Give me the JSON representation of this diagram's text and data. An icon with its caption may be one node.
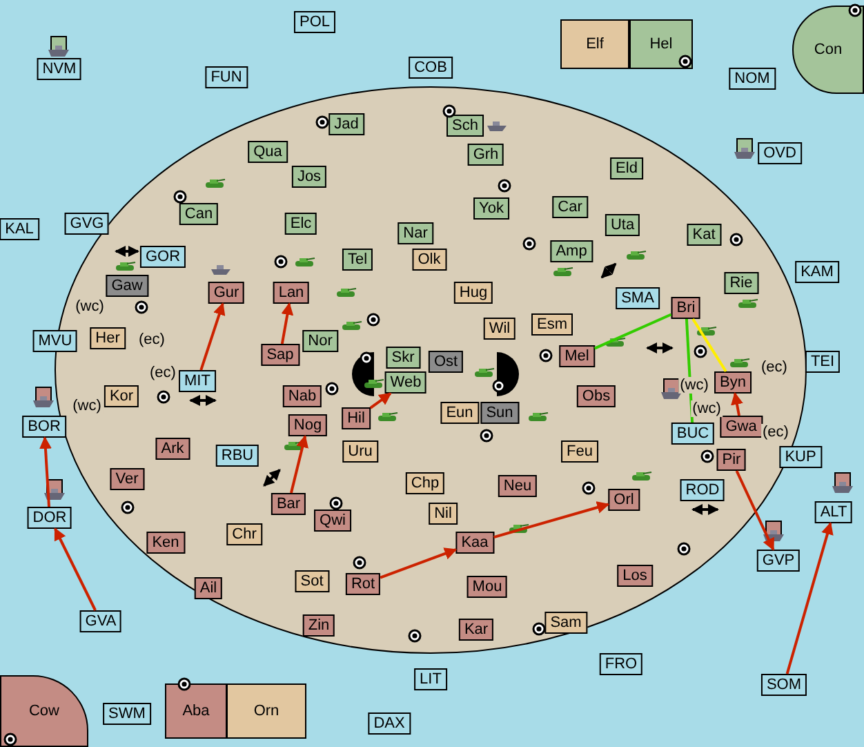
{
  "diagram": {
    "nodes": [
      {
        "text": [
          "POL"
        ]
      },
      {
        "text": [
          "NVM"
        ]
      },
      {
        "text": [
          "FUN"
        ]
      },
      {
        "text": [
          "COB"
        ]
      },
      {
        "text": [
          "Elf"
        ]
      },
      {
        "text": [
          "Hel"
        ]
      },
      {
        "text": [
          "NOM"
        ]
      },
      {
        "text": [
          "Con"
        ]
      },
      {
        "text": [
          "Jad"
        ]
      },
      {
        "text": [
          "Sch"
        ]
      },
      {
        "text": [
          "OVD"
        ]
      },
      {
        "text": [
          "Qua"
        ]
      },
      {
        "text": [
          "Grh"
        ]
      },
      {
        "text": [
          "Jos"
        ]
      },
      {
        "text": [
          "Eld"
        ]
      },
      {
        "text": [
          "Car"
        ]
      },
      {
        "text": [
          "Can"
        ]
      },
      {
        "text": [
          "Yok"
        ]
      },
      {
        "text": [
          "GVG"
        ]
      },
      {
        "text": [
          "Elc"
        ]
      },
      {
        "text": [
          "KAL"
        ]
      },
      {
        "text": [
          "Uta"
        ]
      },
      {
        "text": [
          "Nar"
        ]
      },
      {
        "text": [
          "Kat"
        ]
      },
      {
        "text": [
          "Amp"
        ]
      },
      {
        "text": [
          "GOR"
        ]
      },
      {
        "text": [
          "Tel"
        ]
      },
      {
        "text": [
          "Olk"
        ]
      },
      {
        "text": [
          "KAM"
        ]
      },
      {
        "text": [
          "Rie"
        ]
      },
      {
        "text": [
          "Gaw"
        ]
      },
      {
        "text": [
          "Gur"
        ]
      },
      {
        "text": [
          "Lan"
        ]
      },
      {
        "text": [
          "Hug"
        ]
      },
      {
        "text": [
          "Bri"
        ]
      },
      {
        "text": [
          "SMA"
        ]
      },
      {
        "text": [
          "Esm"
        ]
      },
      {
        "text": [
          "Wil"
        ]
      },
      {
        "text": [
          "Nor"
        ]
      },
      {
        "text": [
          "MVU"
        ]
      },
      {
        "text": [
          "Her"
        ]
      },
      {
        "text": [
          "Sap"
        ]
      },
      {
        "text": [
          "Mel"
        ]
      },
      {
        "text": [
          "Skr"
        ]
      },
      {
        "text": [
          "Ost"
        ]
      },
      {
        "text": [
          "TEI"
        ]
      },
      {
        "text": [
          "Byn"
        ]
      },
      {
        "text": [
          "Web"
        ]
      },
      {
        "text": [
          "MIT"
        ]
      },
      {
        "text": [
          "Kor"
        ]
      },
      {
        "text": [
          "Nab"
        ]
      },
      {
        "text": [
          "Obs"
        ]
      },
      {
        "text": [
          "Eun"
        ]
      },
      {
        "text": [
          "Sun"
        ]
      },
      {
        "text": [
          "Hil"
        ]
      },
      {
        "text": [
          "BOR"
        ]
      },
      {
        "text": [
          "Nog"
        ]
      },
      {
        "text": [
          "BUC"
        ]
      },
      {
        "text": [
          "Gwa"
        ]
      },
      {
        "text": [
          "Ark"
        ]
      },
      {
        "text": [
          "RBU"
        ]
      },
      {
        "text": [
          "Uru"
        ]
      },
      {
        "text": [
          "Feu"
        ]
      },
      {
        "text": [
          "KUP"
        ]
      },
      {
        "text": [
          "Pir"
        ]
      },
      {
        "text": [
          "Ver"
        ]
      },
      {
        "text": [
          "Chp"
        ]
      },
      {
        "text": [
          "Neu"
        ]
      },
      {
        "text": [
          "Bar"
        ]
      },
      {
        "text": [
          "ROD"
        ]
      },
      {
        "text": [
          "ALT"
        ]
      },
      {
        "text": [
          "DOR"
        ]
      },
      {
        "text": [
          "Nil"
        ]
      },
      {
        "text": [
          "Qwi"
        ]
      },
      {
        "text": [
          "Orl"
        ]
      },
      {
        "text": [
          "Chr"
        ]
      },
      {
        "text": [
          "Ken"
        ]
      },
      {
        "text": [
          "Kaa"
        ]
      },
      {
        "text": [
          "GVP"
        ]
      },
      {
        "text": [
          "Los"
        ]
      },
      {
        "text": [
          "Sot"
        ]
      },
      {
        "text": [
          "Rot"
        ]
      },
      {
        "text": [
          "Mou"
        ]
      },
      {
        "text": [
          "Ail"
        ]
      },
      {
        "text": [
          "GVA"
        ]
      },
      {
        "text": [
          "Zin"
        ]
      },
      {
        "text": [
          "Kar"
        ]
      },
      {
        "text": [
          "Sam"
        ]
      },
      {
        "text": [
          "FRO"
        ]
      },
      {
        "text": [
          "LIT"
        ]
      },
      {
        "text": [
          "SOM"
        ]
      },
      {
        "text": [
          "SWM"
        ]
      },
      {
        "text": [
          "Aba"
        ]
      },
      {
        "text": [
          "Orn"
        ]
      },
      {
        "text": [
          "DAX"
        ]
      },
      {
        "text": [
          "Cow"
        ]
      }
    ],
    "edges": [
      {
        "from": 48,
        "to": 31,
        "arrow": "to"
      },
      {
        "from": 41,
        "to": 32,
        "arrow": "to"
      },
      {
        "from": 54,
        "to": 47,
        "arrow": "to"
      },
      {
        "from": 68,
        "to": 56,
        "arrow": "to"
      },
      {
        "from": 81,
        "to": 77,
        "arrow": "to"
      },
      {
        "from": 77,
        "to": 74,
        "arrow": "to"
      },
      {
        "from": 64,
        "to": 78,
        "arrow": "to"
      },
      {
        "from": 90,
        "to": 70,
        "arrow": "to"
      },
      {
        "from": 84,
        "to": 71,
        "arrow": "to"
      },
      {
        "from": 71,
        "to": 55,
        "arrow": "to"
      },
      {
        "from": 58,
        "to": 46,
        "arrow": "to"
      },
      {
        "from": 42,
        "to": 34,
        "arrow": "none",
        "color": "#33cc00"
      },
      {
        "from": 57,
        "to": 34,
        "arrow": "none",
        "color": "#33cc00"
      },
      {
        "from": 34,
        "to": 46,
        "arrow": "none",
        "color": "#ffee00"
      }
    ],
    "labels": [
      "(wc)",
      "(ec)",
      "(ec)",
      "(ec)",
      "(wc)",
      "(wc)",
      "(wc)",
      "(ec)"
    ]
  }
}
